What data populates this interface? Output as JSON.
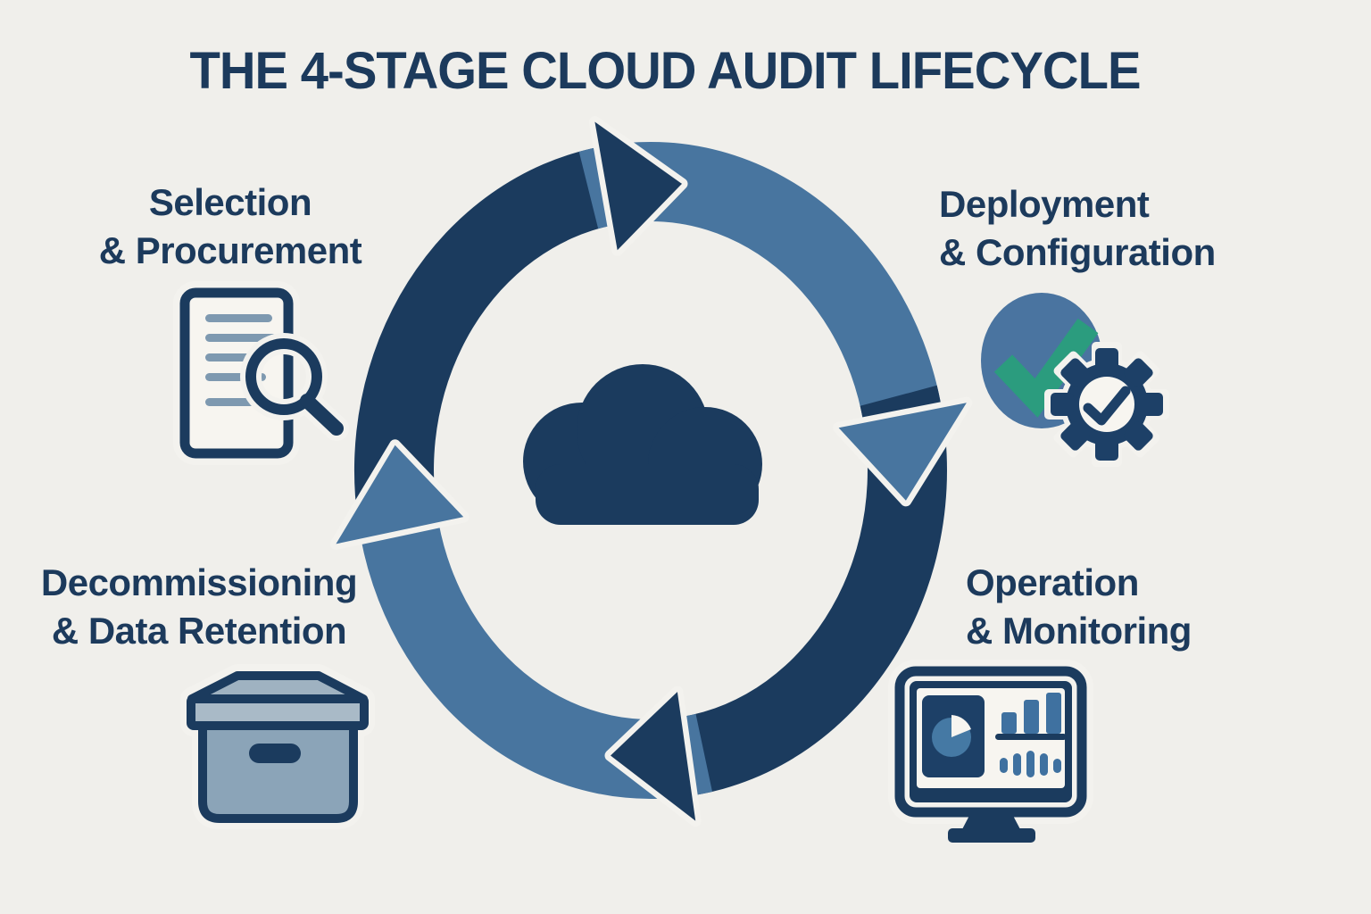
{
  "title": "THE 4-STAGE CLOUD AUDIT LIFECYCLE",
  "center": {
    "icon": "cloud-icon"
  },
  "cycle": {
    "type": "circular-lifecycle",
    "direction": "clockwise",
    "segment_count": 4,
    "segment_colors": [
      "navy",
      "blue",
      "navy",
      "blue"
    ]
  },
  "stages": [
    {
      "name": "Selection & Procurement",
      "line1": "Selection",
      "line2": "& Procurement",
      "icon": "document-magnifier-icon",
      "position": "top-left"
    },
    {
      "name": "Deployment & Configuration",
      "line1": "Deployment",
      "line2": "& Configuration",
      "icon": "checkmark-gear-icon",
      "position": "top-right"
    },
    {
      "name": "Operation & Monitoring",
      "line1": "Operation",
      "line2": "& Monitoring",
      "icon": "monitor-dashboard-icon",
      "position": "bottom-right"
    },
    {
      "name": "Decommissioning & Data Retention",
      "line1": "Decommissioning",
      "line2": "& Data Retention",
      "icon": "archive-box-icon",
      "position": "bottom-left"
    }
  ],
  "colors": {
    "background": "#f0efeb",
    "text_navy": "#1c3a5c",
    "arc_navy": "#1b3b5e",
    "arc_blue": "#48759f",
    "halo_white": "#f3f2ee",
    "paper_white": "#f7f5f0",
    "steel_blue": "#7e99b0",
    "check_green": "#2b9c7e",
    "badge_circle_blue": "#4a74a0",
    "gear_navy": "#1d4067",
    "pie_blue": "#4579a4",
    "bar_blue": "#3f71a0",
    "box_body": "#8ba4b8",
    "box_lid": "#9fb2c1",
    "box_rim": "#a9bac7"
  }
}
